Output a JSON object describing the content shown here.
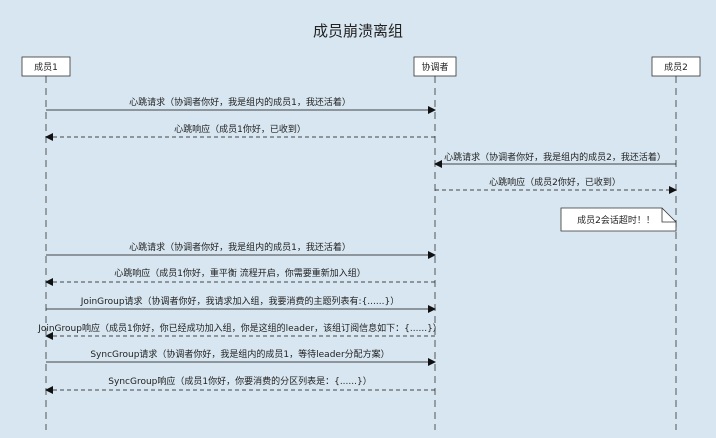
{
  "title": "成员崩溃离组",
  "participants": [
    {
      "id": "m1",
      "label": "成员1"
    },
    {
      "id": "coord",
      "label": "协调者"
    },
    {
      "id": "m2",
      "label": "成员2"
    }
  ],
  "messages": [
    {
      "from": "m1",
      "to": "coord",
      "style": "solid",
      "label": "心跳请求（协调者你好，我是组内的成员1，我还活着）"
    },
    {
      "from": "coord",
      "to": "m1",
      "style": "dashed",
      "label": "心跳响应（成员1你好，已收到）"
    },
    {
      "from": "m2",
      "to": "coord",
      "style": "solid",
      "label": "心跳请求（协调者你好，我是组内的成员2，我还活着）"
    },
    {
      "from": "coord",
      "to": "m2",
      "style": "dashed",
      "label": "心跳响应（成员2你好，已收到）"
    },
    {
      "from": "m1",
      "to": "coord",
      "style": "solid",
      "label": "心跳请求（协调者你好，我是组内的成员1，我还活着）"
    },
    {
      "from": "coord",
      "to": "m1",
      "style": "dashed",
      "label": "心跳响应（成员1你好，重平衡 流程开启，你需要重新加入组）"
    },
    {
      "from": "m1",
      "to": "coord",
      "style": "solid",
      "label": "JoinGroup请求（协调者你好，我请求加入组，我要消费的主题列表有:{......}）"
    },
    {
      "from": "coord",
      "to": "m1",
      "style": "dashed",
      "label": "JoinGroup响应（成员1你好，你已经成功加入组，你是这组的leader，该组订阅信息如下：{......}）"
    },
    {
      "from": "m1",
      "to": "coord",
      "style": "solid",
      "label": "SyncGroup请求（协调者你好，我是组内的成员1，等待leader分配方案）"
    },
    {
      "from": "coord",
      "to": "m1",
      "style": "dashed",
      "label": "SyncGroup响应（成员1你好，你要消费的分区列表是：{......}）"
    }
  ],
  "note": {
    "on": "m2",
    "text": "成员2会话超时！！"
  }
}
